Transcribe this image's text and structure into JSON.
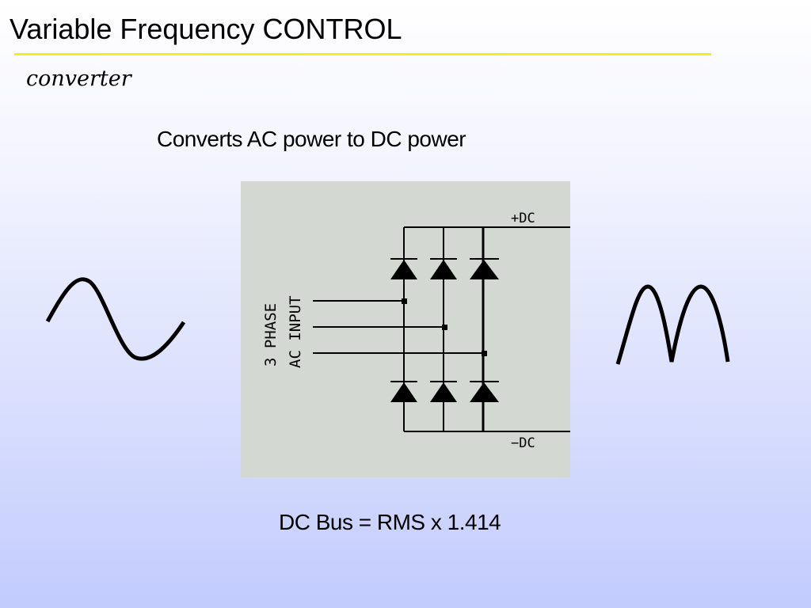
{
  "slide": {
    "title": "Variable Frequency CONTROL",
    "subtitle": "converter",
    "description": "Converts AC power to DC power",
    "formula": "DC Bus = RMS x 1.414"
  },
  "diagram": {
    "plus_dc": "+DC",
    "minus_dc": "−DC",
    "input_label_1": "3 PHASE",
    "input_label_2": "AC INPUT",
    "colors": {
      "panel": "#d3d8d3",
      "accent_rule": "#f2ee1a"
    }
  }
}
